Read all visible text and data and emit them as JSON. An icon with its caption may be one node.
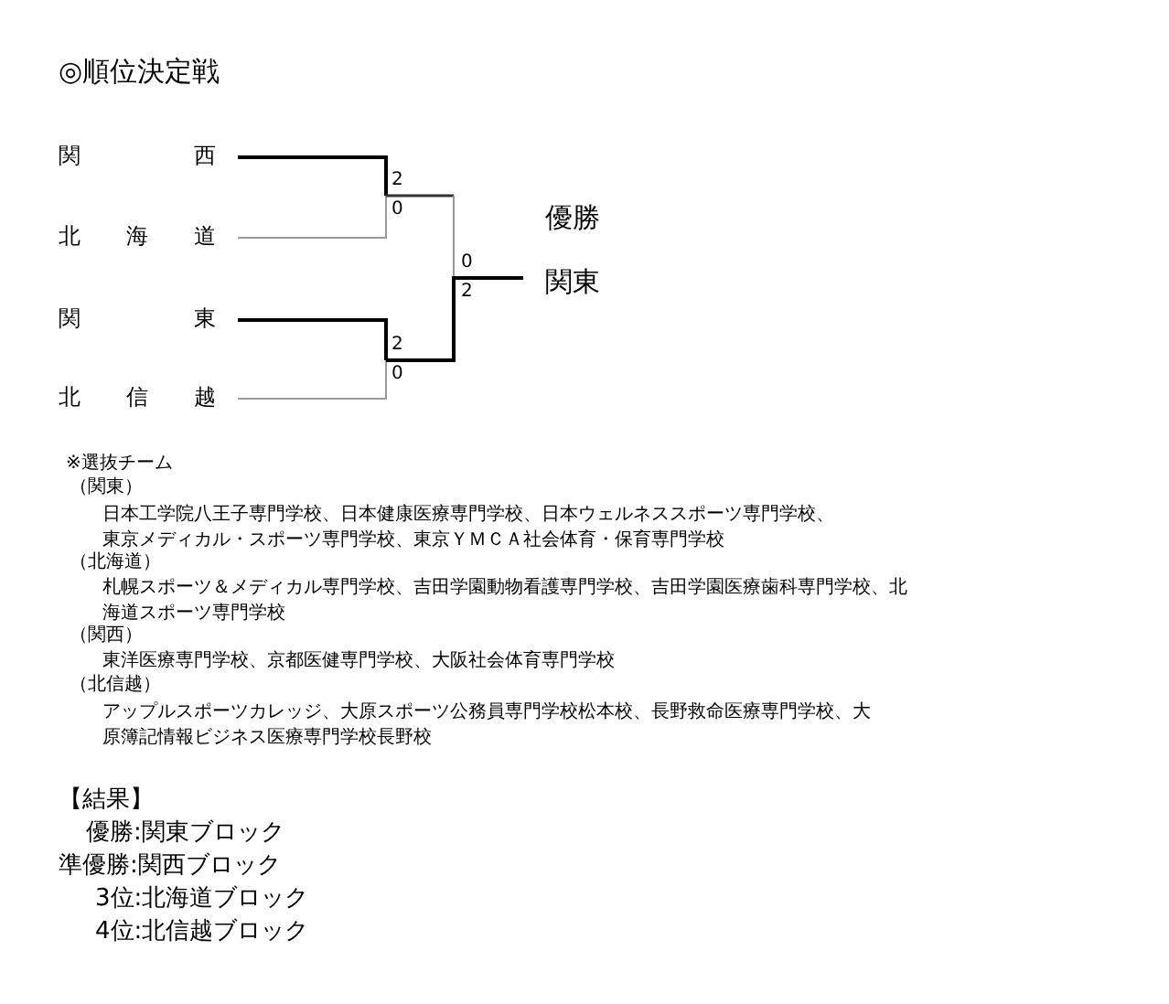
{
  "diagram": {
    "title": "◎順位決定戦",
    "labels": [
      "関西",
      "2",
      "0",
      "北海道",
      "優勝",
      "0",
      "2",
      "関東",
      "関東",
      "2",
      "0",
      "北信越",
      "※選抜チーム",
      "（関東）",
      "日本工学院八王子専門学校、日本健康医療専門学校、日本ウェルネススポーツ専門学校、東京メディカル・スポーツ専門学校、東京ＹＭＣＡ社会体育・保育専門学校",
      "（北海道）",
      "札幌スポーツ＆メディカル専門学校、吉田学園動物看護専門学校、吉田学園医療歯科専門学校、北海道スポーツ専門学校",
      "（関西）",
      "東洋医療専門学校、京都医健専門学校、大阪社会体育専門学校",
      "（北信越）",
      "アップルスポーツカレッジ、大原スポーツ公務員専門学校松本校、長野救命医療専門学校、大原簿記情報ビジネス医療専門学校長野校",
      "【結果】",
      "優勝:関東ブロック",
      "準優勝:関西ブロック",
      "3位:北海道ブロック",
      "4位:北信越ブロック"
    ]
  }
}
